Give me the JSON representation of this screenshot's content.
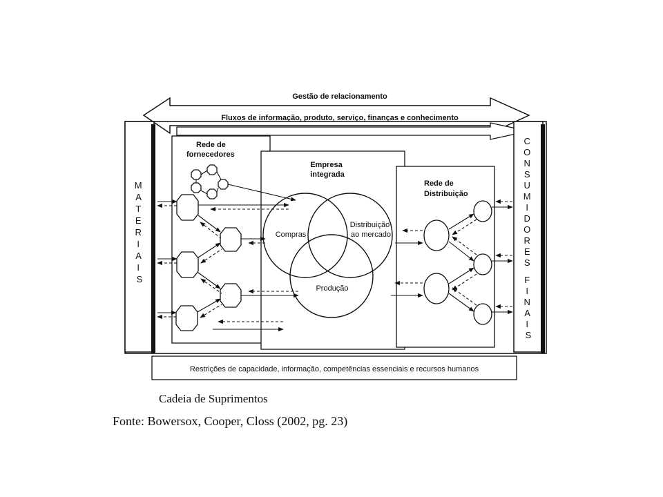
{
  "diagram": {
    "top_arrow_label": "Gestão de relacionamento",
    "flow_arrow_label": "Fluxos de informação, produto, serviço, finanças e conhecimento",
    "left_side_label": "MATERIAIS",
    "right_side_label_1": "CONSUMIDORES",
    "right_side_label_2": "FINAIS",
    "supplier_network": {
      "line1": "Rede de",
      "line2": "fornecedores"
    },
    "integrated_company": {
      "line1": "Empresa",
      "line2": "integrada"
    },
    "distribution_network": {
      "line1": "Rede de",
      "line2": "Distribuição"
    },
    "circle_compras": "Compras",
    "circle_distribuicao": {
      "line1": "Distribuição",
      "line2": "ao mercado"
    },
    "circle_producao": "Produção",
    "bottom_constraints": "Restrições de capacidade, informação, competências essenciais e recursos humanos"
  },
  "caption": {
    "title": "Cadeia de Suprimentos",
    "source": "Fonte: Bowersox, Cooper, Closs (2002, pg. 23)"
  }
}
